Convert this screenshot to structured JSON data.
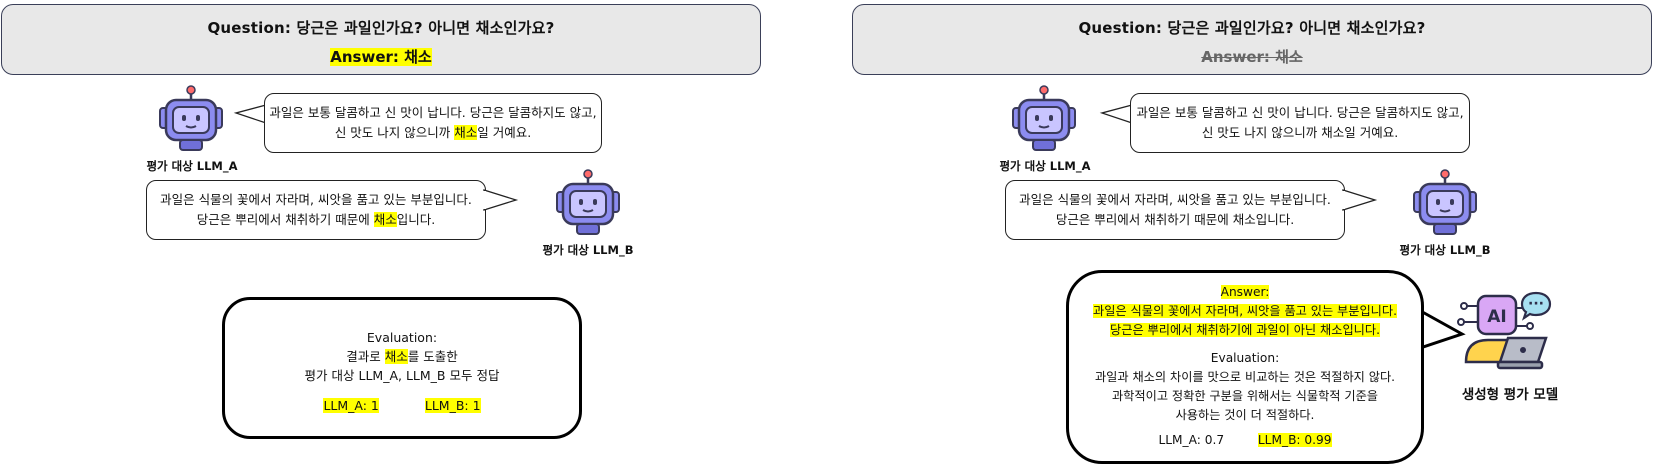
{
  "left": {
    "question": "Question: 당근은 과일인가요? 아니면 채소인가요?",
    "answer": "Answer: 채소",
    "llm_a": {
      "label": "평가 대상 LLM_A",
      "line1": "과일은 보통 달콤하고 신 맛이 납니다. 당근은 달콤하지도 않고,",
      "line2_pre": "신 맛도 나지 않으니까 ",
      "line2_hl": "채소",
      "line2_post": "일 거예요."
    },
    "llm_b": {
      "label": "평가 대상 LLM_B",
      "line1": "과일은 식물의 꽃에서 자라며, 씨앗을 품고 있는 부분입니다.",
      "line2_pre": "당근은 뿌리에서 채취하기 때문에 ",
      "line2_hl": "채소",
      "line2_post": "입니다."
    },
    "evaluation": {
      "title": "Evaluation:",
      "line1_pre": "결과로 ",
      "line1_hl": "채소",
      "line1_post": "를 도출한",
      "line2": "평가 대상 LLM_A, LLM_B 모두 정답",
      "score_a": "LLM_A: 1",
      "score_b": "LLM_B: 1"
    }
  },
  "right": {
    "question": "Question: 당근은 과일인가요? 아니면 채소인가요?",
    "answer": "Answer: 채소",
    "llm_a": {
      "label": "평가 대상 LLM_A",
      "line1": "과일은 보통 달콤하고 신 맛이 납니다. 당근은 달콤하지도 않고,",
      "line2": "신 맛도 나지 않으니까 채소일 거예요."
    },
    "llm_b": {
      "label": "평가 대상 LLM_B",
      "line1": "과일은 식물의 꽃에서 자라며, 씨앗을 품고 있는 부분입니다.",
      "line2": "당근은 뿌리에서 채취하기 때문에 채소입니다."
    },
    "evaluation": {
      "answer_title": "Answer:",
      "answer_line1": "과일은 식물의 꽃에서 자라며, 씨앗을 품고 있는 부분입니다.",
      "answer_line2": "당근은 뿌리에서 채취하기에 과일이 아닌 채소입니다.",
      "eval_title": "Evaluation:",
      "line1": "과일과 채소의 차이를 맛으로 비교하는 것은 적절하지 않다.",
      "line2": "과학적이고 정확한 구분을 위해서는 식물학적 기준을",
      "line3": "사용하는 것이 더 적절하다.",
      "score_a": "LLM_A: 0.7",
      "score_b": "LLM_B: 0.99"
    },
    "model_label": "생성형 평가 모델",
    "model_icon_text": "AI",
    "chat_dots": "···"
  },
  "colors": {
    "highlight": "#ffff00",
    "robot_body": "#8c8cf0",
    "robot_face": "#c9c5ff",
    "robot_antenna": "#ff6b6b",
    "question_box_bg": "#e8e8e8"
  },
  "icons": [
    "robot-icon",
    "ai-evaluator-icon",
    "chat-bubble-icon",
    "laptop-icon"
  ]
}
